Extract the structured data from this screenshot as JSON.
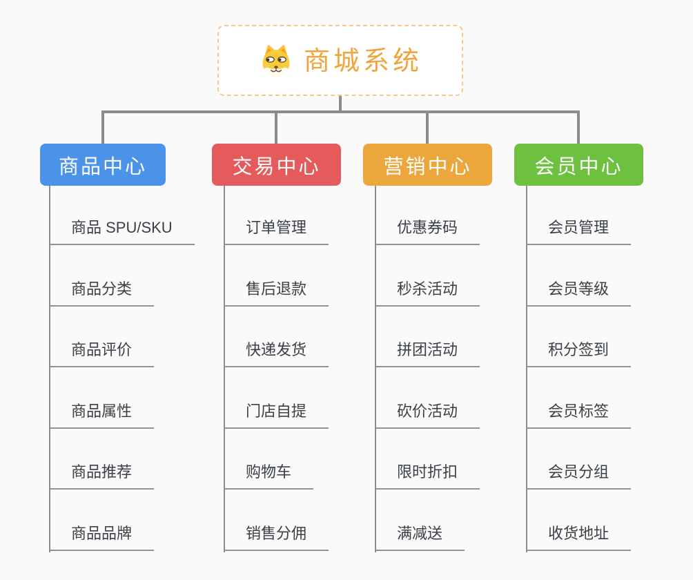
{
  "canvas": {
    "background_color": "#fafafa",
    "connector_color": "#8c8c8c",
    "child_line_color": "#929292",
    "child_text_color": "#3a4046"
  },
  "root": {
    "label": "商城系统",
    "icon": "dog-face-icon",
    "text_color": "#f0a43c",
    "border_color": "#f6c98a",
    "background_color": "#ffffff"
  },
  "branches": [
    {
      "label": "商品中心",
      "color": "#4b93e8",
      "children": [
        "商品 SPU/SKU",
        "商品分类",
        "商品评价",
        "商品属性",
        "商品推荐",
        "商品品牌"
      ]
    },
    {
      "label": "交易中心",
      "color": "#e55b5b",
      "children": [
        "订单管理",
        "售后退款",
        "快递发货",
        "门店自提",
        "购物车",
        "销售分佣"
      ]
    },
    {
      "label": "营销中心",
      "color": "#eca73c",
      "children": [
        "优惠券码",
        "秒杀活动",
        "拼团活动",
        "砍价活动",
        "限时折扣",
        "满减送"
      ]
    },
    {
      "label": "会员中心",
      "color": "#6ec13e",
      "children": [
        "会员管理",
        "会员等级",
        "积分签到",
        "会员标签",
        "会员分组",
        "收货地址"
      ]
    }
  ]
}
